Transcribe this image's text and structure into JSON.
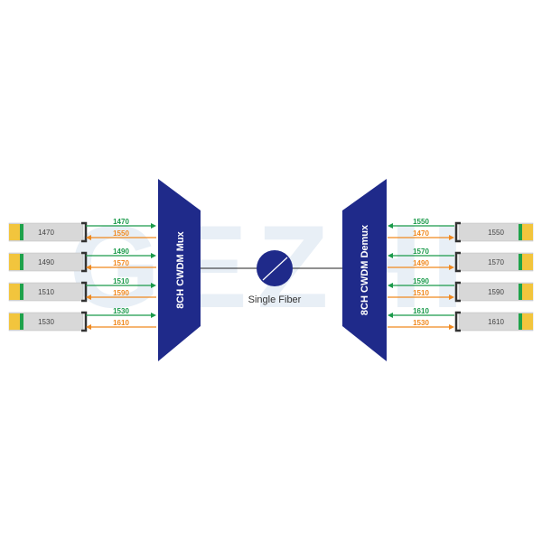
{
  "mux_label": "8CH CWDM Mux",
  "demux_label": "8CH CWDM Demux",
  "fiber_label": "Single Fiber",
  "watermark": "GEZHI",
  "colors": {
    "device": "#1f2a8a",
    "tx": "#1a9a4a",
    "rx": "#f0891f",
    "module": "#d8d8d8",
    "yellow": "#f2c53d",
    "green": "#1fa24a",
    "watermark": "#dfe9f3"
  },
  "left_channels": [
    {
      "module": "1470",
      "tx": "1470",
      "rx": "1550"
    },
    {
      "module": "1490",
      "tx": "1490",
      "rx": "1570"
    },
    {
      "module": "1510",
      "tx": "1510",
      "rx": "1590"
    },
    {
      "module": "1530",
      "tx": "1530",
      "rx": "1610"
    }
  ],
  "right_channels": [
    {
      "module": "1550",
      "tx": "1550",
      "rx": "1470"
    },
    {
      "module": "1570",
      "tx": "1570",
      "rx": "1490"
    },
    {
      "module": "1590",
      "tx": "1590",
      "rx": "1510"
    },
    {
      "module": "1610",
      "tx": "1610",
      "rx": "1530"
    }
  ]
}
